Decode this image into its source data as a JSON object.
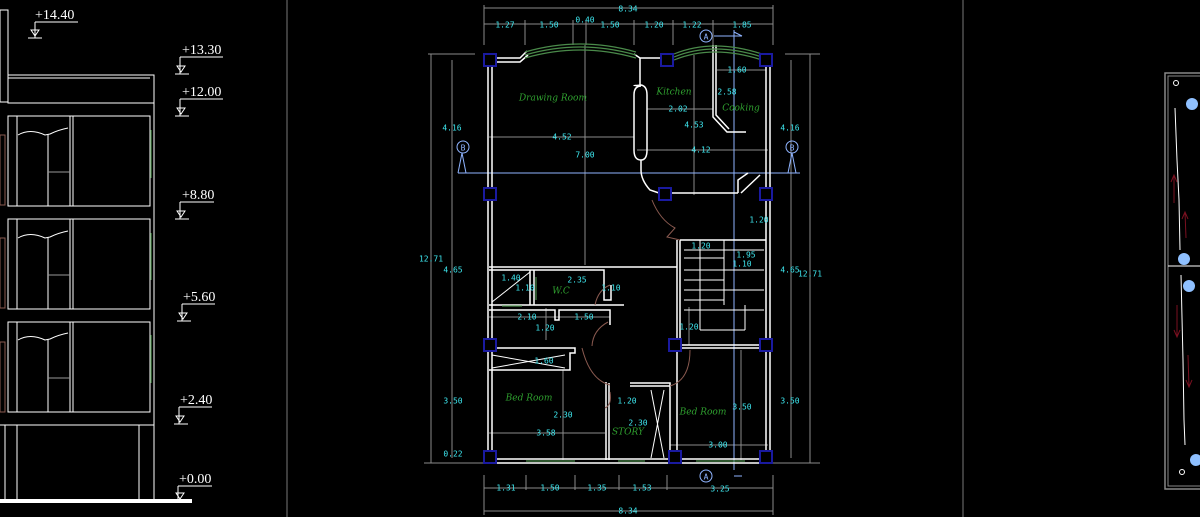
{
  "elevation": {
    "levels": [
      "+14.40",
      "+13.30",
      "+12.00",
      "+8.80",
      "+5.60",
      "+2.40",
      "+0.00"
    ]
  },
  "plan": {
    "rooms": {
      "drawing": "Drawing   Room",
      "kitchen": "Kitchen",
      "cooking": "Cooking",
      "wc": "W.C",
      "bed1": "Bed Room",
      "bed2": "Bed Room",
      "story": "STORY"
    },
    "top_dims": [
      "8.34",
      "1.27",
      "1.50",
      "0.40",
      "1.50",
      "1.20",
      "1.22",
      "1.85"
    ],
    "inner_dims": [
      "1.60",
      "2.58",
      "2.02",
      "4.53",
      "4.52",
      "4.12",
      "7.00",
      "4.16",
      "4.16",
      "12.71",
      "4.65",
      "4.65",
      "12.71",
      "1.20",
      "1.20",
      "1.95",
      "1.10",
      "1.40",
      "2.35",
      "1.10",
      "1.10",
      "2.10",
      "1.50",
      "1.20",
      "1.20",
      "1.60",
      "3.50",
      "1.20",
      "2.30",
      "2.30",
      "3.50",
      "3.50",
      "3.58",
      "3.00",
      "0.22"
    ],
    "bottom_dims": [
      "1.31",
      "1.50",
      "1.35",
      "1.53",
      "3.25",
      "8.34"
    ],
    "section_marker": "A",
    "axis_marker": "B"
  },
  "colors": {
    "background": "#000000",
    "dimension": "#3ee8f0",
    "room_label": "#2fa02f",
    "column": "#1a1aa0"
  }
}
